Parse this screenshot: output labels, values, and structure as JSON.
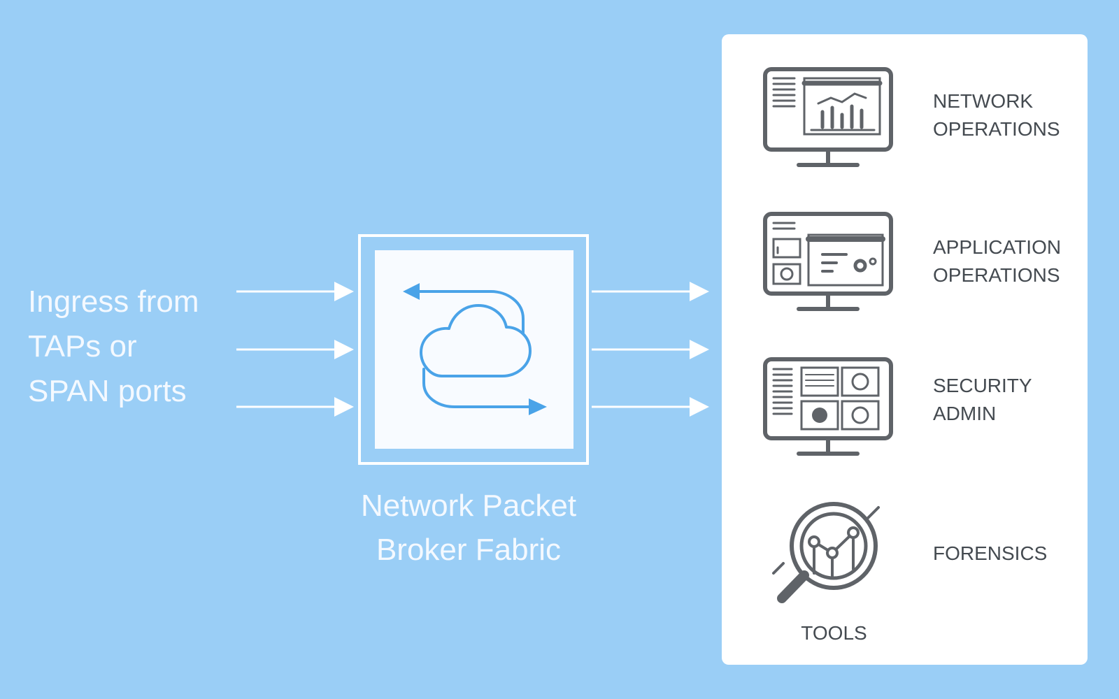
{
  "ingress": {
    "lines": [
      "Ingress from",
      "TAPs or",
      "SPAN ports"
    ]
  },
  "broker": {
    "lines": [
      "Network Packet",
      "Broker Fabric"
    ]
  },
  "tools": {
    "caption": "TOOLS",
    "items": [
      {
        "icon": "network-operations-monitor-icon",
        "lines": [
          "NETWORK",
          "OPERATIONS"
        ]
      },
      {
        "icon": "application-operations-monitor-icon",
        "lines": [
          "APPLICATION",
          "OPERATIONS"
        ]
      },
      {
        "icon": "security-admin-monitor-icon",
        "lines": [
          "SECURITY",
          "ADMIN"
        ]
      },
      {
        "icon": "forensics-magnifier-icon",
        "lines": [
          "FORENSICS"
        ]
      }
    ]
  },
  "colors": {
    "background": "#9acef6",
    "panel": "#ffffff",
    "icon_gray": "#5f6368",
    "fabric_blue": "#4aa3e8",
    "text_light": "#f4f9ff"
  }
}
